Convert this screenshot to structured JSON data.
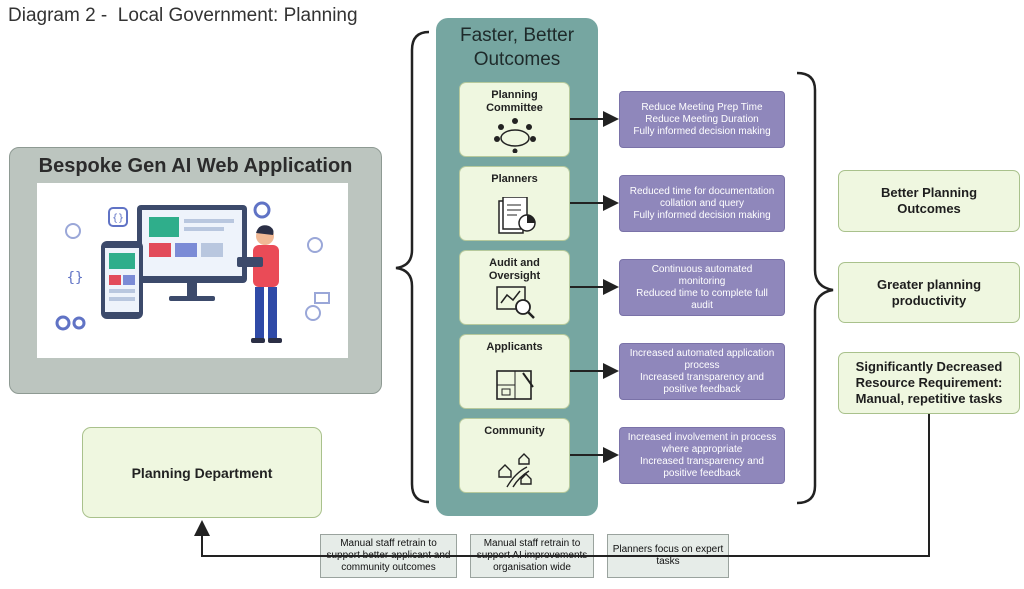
{
  "title": "Diagram 2 -  Local Government: Planning",
  "app": {
    "title": "Bespoke Gen AI Web Application"
  },
  "panel": {
    "title_line1": "Faster, Better",
    "title_line2": "Outcomes"
  },
  "stakeholders": [
    {
      "label_line1": "Planning",
      "label_line2": "Committee",
      "icon": "meeting-table-icon"
    },
    {
      "label_line1": "Planners",
      "label_line2": "",
      "icon": "documents-chart-icon"
    },
    {
      "label_line1": "Audit and",
      "label_line2": "Oversight",
      "icon": "magnifier-chart-icon"
    },
    {
      "label_line1": "Applicants",
      "label_line2": "",
      "icon": "blueprint-icon"
    },
    {
      "label_line1": "Community",
      "label_line2": "",
      "icon": "houses-road-icon"
    }
  ],
  "outcomes": [
    [
      "Reduce Meeting Prep Time",
      "Reduce Meeting Duration",
      "Fully informed decision making"
    ],
    [
      "Reduced time for documentation",
      "collation and query",
      "Fully informed decision making"
    ],
    [
      "Continuous automated",
      "monitoring",
      "Reduced time to complete full",
      "audit"
    ],
    [
      "Increased automated application",
      "process",
      "Increased transparency and",
      "positive feedback"
    ],
    [
      "Increased involvement in process",
      "where appropriate",
      "Increased transparency and",
      "positive feedback"
    ]
  ],
  "results": [
    [
      "Better Planning",
      "Outcomes"
    ],
    [
      "Greater planning",
      "productivity"
    ],
    [
      "Significantly Decreased",
      "Resource Requirement:",
      "Manual, repetitive tasks"
    ]
  ],
  "department": {
    "label": "Planning Department"
  },
  "steps": [
    [
      "Manual staff retrain to",
      "support better applicant and",
      "community outcomes"
    ],
    [
      "Manual staff retrain to",
      "support AI improvements",
      "organisation wide"
    ],
    [
      "Planners focus on expert",
      "tasks"
    ]
  ],
  "colors": {
    "panel": "#76a6a1",
    "outcome": "#8f87bb",
    "stake_fill": "#eff7e0",
    "app_box": "#bcc5bf"
  }
}
